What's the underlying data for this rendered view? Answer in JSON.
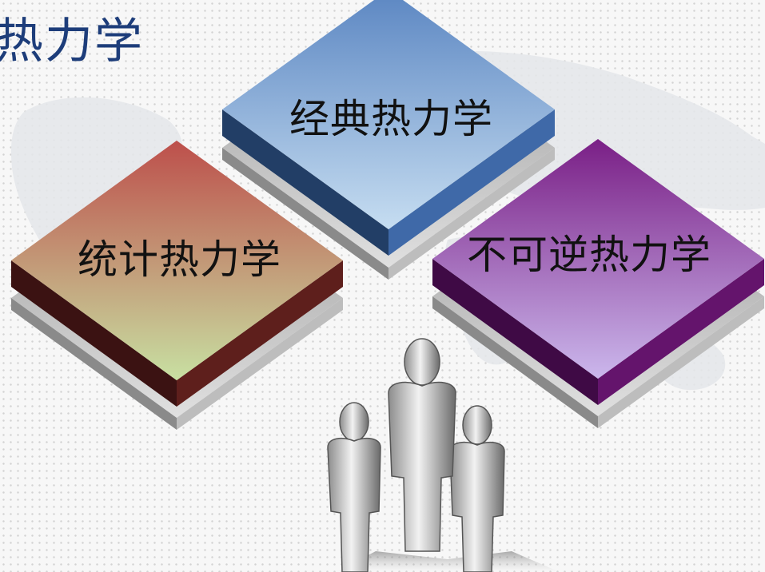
{
  "title": "热力学",
  "tiles": [
    {
      "label": "经典热力学",
      "color_top": "#b8d2ec",
      "color_bottom": "#3f6fb0"
    },
    {
      "label": "统计热力学",
      "color_top": "#c0504d",
      "color_bottom": "#c4dca0"
    },
    {
      "label": "不可逆热力学",
      "color_top": "#7b2383",
      "color_bottom": "#c3aee6"
    }
  ],
  "illustration": {
    "icon": "three-people-icon"
  },
  "colors": {
    "title": "#1d3d7a",
    "background": "#f7f7f7"
  }
}
